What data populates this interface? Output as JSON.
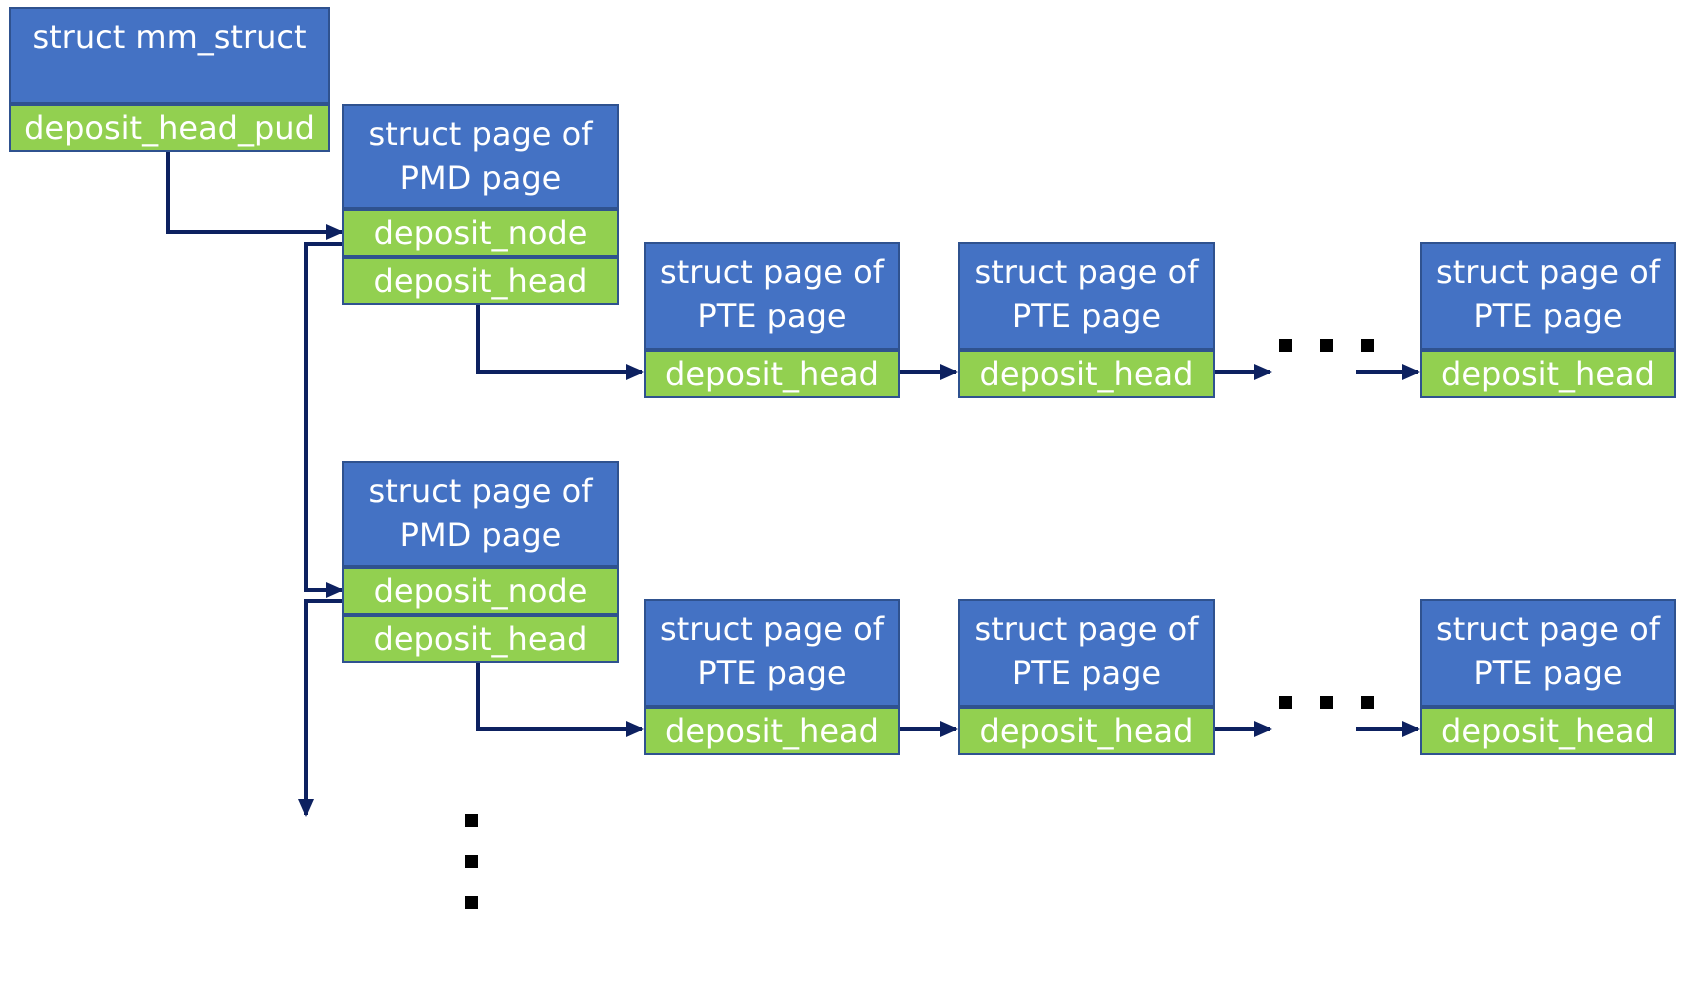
{
  "colors": {
    "header_fill": "#4472c4",
    "field_fill": "#92d050",
    "border": "#2f528f",
    "arrow": "#0d2160",
    "text": "#ffffff"
  },
  "mm_struct": {
    "title": "struct mm_struct",
    "field": "deposit_head_pud"
  },
  "pmd_pages": [
    {
      "title_line1": "struct page of",
      "title_line2": "PMD page",
      "field_node": "deposit_node",
      "field_head": "deposit_head",
      "pte_pages": [
        {
          "title_line1": "struct page of",
          "title_line2": "PTE page",
          "field": "deposit_head"
        },
        {
          "title_line1": "struct page of",
          "title_line2": "PTE page",
          "field": "deposit_head"
        },
        {
          "title_line1": "struct page of",
          "title_line2": "PTE page",
          "field": "deposit_head"
        }
      ]
    },
    {
      "title_line1": "struct page of",
      "title_line2": "PMD page",
      "field_node": "deposit_node",
      "field_head": "deposit_head",
      "pte_pages": [
        {
          "title_line1": "struct page of",
          "title_line2": "PTE page",
          "field": "deposit_head"
        },
        {
          "title_line1": "struct page of",
          "title_line2": "PTE page",
          "field": "deposit_head"
        },
        {
          "title_line1": "struct page of",
          "title_line2": "PTE page",
          "field": "deposit_head"
        }
      ]
    }
  ]
}
